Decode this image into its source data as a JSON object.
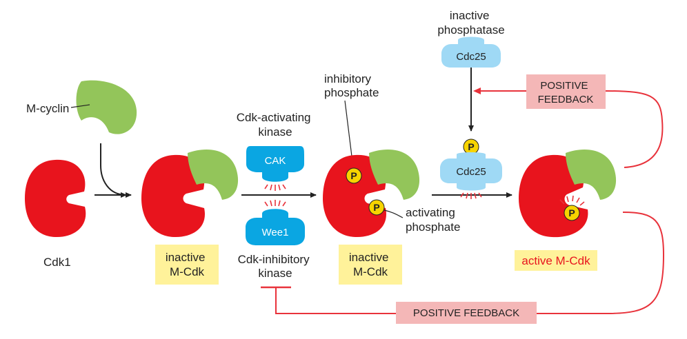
{
  "colors": {
    "cdk_red": "#e8141d",
    "cyclin_green": "#93c55a",
    "kinase_blue": "#0aa6e2",
    "phosphatase_blue": "#9fd9f5",
    "phosphate_yellow": "#f7d400",
    "label_box_yellow": "#fff29a",
    "feedback_box_pink": "#f4b7b7",
    "feedback_line_red": "#e8323b",
    "arrow_black": "#222222"
  },
  "labels": {
    "m_cyclin": "M-cyclin",
    "cdk1": "Cdk1",
    "inactive_mcdk_1": [
      "inactive",
      "M-Cdk"
    ],
    "cdk_activating_kinase": [
      "Cdk-activating",
      "kinase"
    ],
    "cak": "CAK",
    "wee1": "Wee1",
    "cdk_inhibitory_kinase": [
      "Cdk-inhibitory",
      "kinase"
    ],
    "inhibitory_phosphate": [
      "inhibitory",
      "phosphate"
    ],
    "inactive_mcdk_2": [
      "inactive",
      "M-Cdk"
    ],
    "activating_phosphate": [
      "activating",
      "phosphate"
    ],
    "inactive_phosphatase": [
      "inactive",
      "phosphatase"
    ],
    "cdc25_top": "Cdc25",
    "cdc25_mid": "Cdc25",
    "active_mcdk": "active M-Cdk",
    "phosphate_symbol": "P"
  },
  "feedback": {
    "top": [
      "POSITIVE",
      "FEEDBACK"
    ],
    "bottom": "POSITIVE FEEDBACK"
  }
}
